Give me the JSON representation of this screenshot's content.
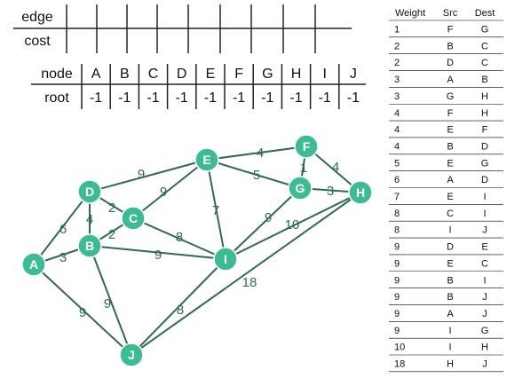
{
  "edge_cost_table": {
    "row_labels": [
      "edge",
      "cost"
    ]
  },
  "union_find_table": {
    "row_labels": [
      "node",
      "root"
    ],
    "nodes": [
      "A",
      "B",
      "C",
      "D",
      "E",
      "F",
      "G",
      "H",
      "I",
      "J"
    ],
    "roots": [
      "-1",
      "-1",
      "-1",
      "-1",
      "-1",
      "-1",
      "-1",
      "-1",
      "-1",
      "-1"
    ]
  },
  "graph": {
    "nodes": [
      {
        "id": "A",
        "label": "A"
      },
      {
        "id": "B",
        "label": "B"
      },
      {
        "id": "C",
        "label": "C"
      },
      {
        "id": "D",
        "label": "D"
      },
      {
        "id": "E",
        "label": "E"
      },
      {
        "id": "F",
        "label": "F"
      },
      {
        "id": "G",
        "label": "G"
      },
      {
        "id": "H",
        "label": "H"
      },
      {
        "id": "I",
        "label": "I"
      },
      {
        "id": "J",
        "label": "J"
      }
    ],
    "edges": [
      {
        "src": "F",
        "dest": "G",
        "weight": "1"
      },
      {
        "src": "B",
        "dest": "C",
        "weight": "2"
      },
      {
        "src": "D",
        "dest": "C",
        "weight": "2"
      },
      {
        "src": "A",
        "dest": "B",
        "weight": "3"
      },
      {
        "src": "G",
        "dest": "H",
        "weight": "3"
      },
      {
        "src": "F",
        "dest": "H",
        "weight": "4"
      },
      {
        "src": "E",
        "dest": "F",
        "weight": "4"
      },
      {
        "src": "B",
        "dest": "D",
        "weight": "4"
      },
      {
        "src": "E",
        "dest": "G",
        "weight": "5"
      },
      {
        "src": "A",
        "dest": "D",
        "weight": "6"
      },
      {
        "src": "E",
        "dest": "I",
        "weight": "7"
      },
      {
        "src": "C",
        "dest": "I",
        "weight": "8"
      },
      {
        "src": "I",
        "dest": "J",
        "weight": "8"
      },
      {
        "src": "D",
        "dest": "E",
        "weight": "9"
      },
      {
        "src": "E",
        "dest": "C",
        "weight": "9"
      },
      {
        "src": "B",
        "dest": "I",
        "weight": "9"
      },
      {
        "src": "B",
        "dest": "J",
        "weight": "9"
      },
      {
        "src": "A",
        "dest": "J",
        "weight": "9"
      },
      {
        "src": "I",
        "dest": "G",
        "weight": "9"
      },
      {
        "src": "I",
        "dest": "H",
        "weight": "10"
      },
      {
        "src": "H",
        "dest": "J",
        "weight": "18"
      }
    ]
  },
  "weight_table": {
    "headers": [
      "Weight",
      "Src",
      "Dest"
    ],
    "rows": [
      [
        "1",
        "F",
        "G"
      ],
      [
        "2",
        "B",
        "C"
      ],
      [
        "2",
        "D",
        "C"
      ],
      [
        "3",
        "A",
        "B"
      ],
      [
        "3",
        "G",
        "H"
      ],
      [
        "4",
        "F",
        "H"
      ],
      [
        "4",
        "E",
        "F"
      ],
      [
        "4",
        "B",
        "D"
      ],
      [
        "5",
        "E",
        "G"
      ],
      [
        "6",
        "A",
        "D"
      ],
      [
        "7",
        "E",
        "I"
      ],
      [
        "8",
        "C",
        "I"
      ],
      [
        "8",
        "I",
        "J"
      ],
      [
        "9",
        "D",
        "E"
      ],
      [
        "9",
        "E",
        "C"
      ],
      [
        "9",
        "B",
        "I"
      ],
      [
        "9",
        "B",
        "J"
      ],
      [
        "9",
        "A",
        "J"
      ],
      [
        "9",
        "I",
        "G"
      ],
      [
        "10",
        "I",
        "H"
      ],
      [
        "18",
        "H",
        "J"
      ]
    ]
  },
  "colors": {
    "node_fill": "#3dbb94",
    "edge": "#2f6b50",
    "text": "#111111"
  }
}
